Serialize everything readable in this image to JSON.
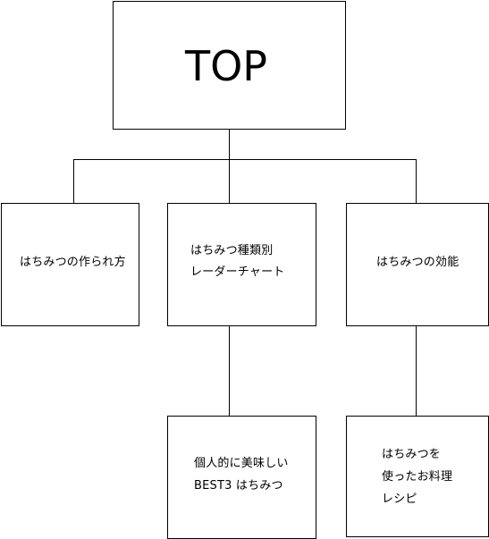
{
  "diagram": {
    "top": {
      "label": "TOP"
    },
    "making": {
      "label": "はちみつの作られ方"
    },
    "radar": {
      "line1": "はちみつ種類別",
      "line2": "レーダーチャート"
    },
    "effect": {
      "label": "はちみつの効能"
    },
    "best3": {
      "line1": "個人的に美味しい",
      "line2": "BEST3 はちみつ"
    },
    "recipe": {
      "line1": "はちみつを",
      "line2": "使ったお料理",
      "line3": "レシピ"
    }
  },
  "colors": {
    "line": "#000000",
    "box_border": "#000000",
    "background": "#ffffff"
  }
}
